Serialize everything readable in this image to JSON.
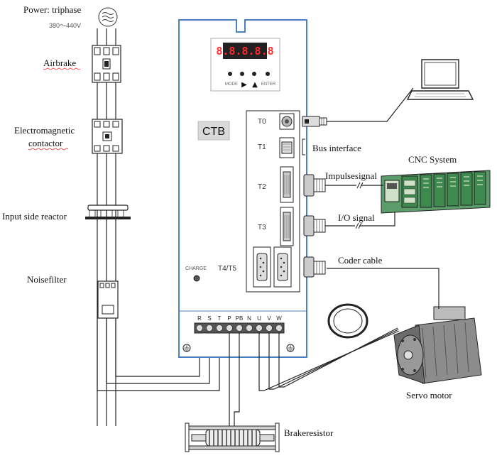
{
  "labels": {
    "power": "Power: triphase",
    "voltage": "380〜440V",
    "airbrake": "Airbrake",
    "contactor_line1": "Electromagnetic",
    "contactor_line2": "contactor",
    "reactor": "Input side reactor",
    "noise_filter": "Noisefilter",
    "bus_interface": "Bus interface",
    "cnc_system": "CNC System",
    "impulse_signal": "Impulsesignal",
    "io_signal": "I/O signal",
    "coder_cable": "Coder cable",
    "servo_motor": "Servo motor",
    "brake_resistor": "Brakeresistor"
  },
  "drive": {
    "model": "CTB",
    "display_value": "8.8.8.8.8",
    "buttons": [
      "MODE",
      "▶",
      "▲",
      "ENTER"
    ],
    "ports": [
      "T0",
      "T1",
      "T2",
      "T3",
      "T4/T5"
    ],
    "charge_label": "CHARGE",
    "terminals": [
      "R",
      "S",
      "T",
      "P",
      "PB",
      "N",
      "U",
      "V",
      "W"
    ]
  },
  "colors": {
    "drive_border": "#4a7fc1",
    "wire": "#222222",
    "cnc_green": "#3e8a4e",
    "display_red": "#ff2a2a"
  },
  "icons": [
    "power-source-icon",
    "laptop-icon",
    "cnc-system-icon",
    "servo-motor-icon",
    "ferrite-ring-icon",
    "brake-resistor-icon",
    "ground-icon"
  ]
}
